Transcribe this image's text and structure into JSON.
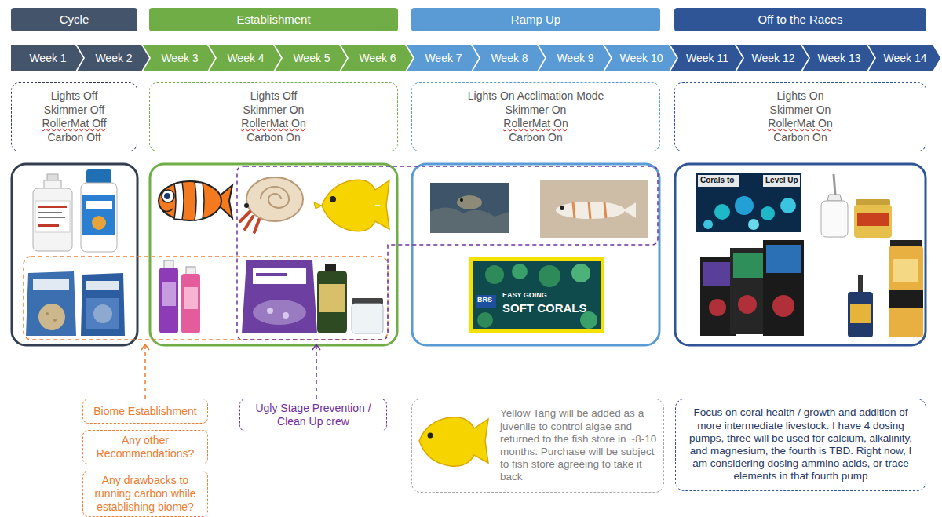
{
  "diagram": {
    "nodes": [
      {
        "text": [
          "Cycle"
        ]
      },
      {
        "text": [
          "Establishment"
        ]
      },
      {
        "text": [
          "Ramp Up"
        ]
      },
      {
        "text": [
          "Off to the Races"
        ]
      },
      {
        "text": [
          "Week 1"
        ]
      },
      {
        "text": [
          "Week 2"
        ]
      },
      {
        "text": [
          "Week 3"
        ]
      },
      {
        "text": [
          "Week 4"
        ]
      },
      {
        "text": [
          "Week 5"
        ]
      },
      {
        "text": [
          "Week 6"
        ]
      },
      {
        "text": [
          "Week 7"
        ]
      },
      {
        "text": [
          "Week 8"
        ]
      },
      {
        "text": [
          "Week 9"
        ]
      },
      {
        "text": [
          "Week 10"
        ]
      },
      {
        "text": [
          "Week 11"
        ]
      },
      {
        "text": [
          "Week 12"
        ]
      },
      {
        "text": [
          "Week 13"
        ]
      },
      {
        "text": [
          "Week 14"
        ]
      },
      {
        "text": [
          "Lights Off",
          "Skimmer Off",
          "RollerMat Off",
          "Carbon Off"
        ]
      },
      {
        "text": [
          "Lights Off",
          "Skimmer On",
          "RollerMat On",
          "Carbon On"
        ]
      },
      {
        "text": [
          "Lights On Acclimation Mode",
          "Skimmer On",
          "RollerMat On",
          "Carbon On"
        ]
      },
      {
        "text": [
          "Lights On",
          "Skimmer On",
          "RollerMat On",
          "Carbon On"
        ]
      },
      {
        "text": [
          "Biome Establishment"
        ]
      },
      {
        "text": [
          "Any other Recommendations?"
        ]
      },
      {
        "text": [
          "Any drawbacks to running carbon while establishing biome?"
        ]
      },
      {
        "text": [
          "Ugly Stage Prevention / Clean Up crew"
        ]
      },
      {
        "text": [
          "Yellow Tang will be added as a juvenile to control algae and returned to the fish store in ~8-10 months. Purchase will be subject to fish store agreeing to take it back"
        ]
      },
      {
        "text": [
          "Focus on coral health / growth and addition of more intermediate livestock. I have 4 dosing pumps, three will be used for calcium, alkalinity, and magnesium, the fourth is TBD. Right now, I am considering dosing ammino acids, or trace elements in that fourth pump"
        ]
      }
    ],
    "labels": [
      "Corals to",
      "Level Up",
      "BRS",
      "EASY GOING",
      "SOFT CORALS"
    ]
  }
}
